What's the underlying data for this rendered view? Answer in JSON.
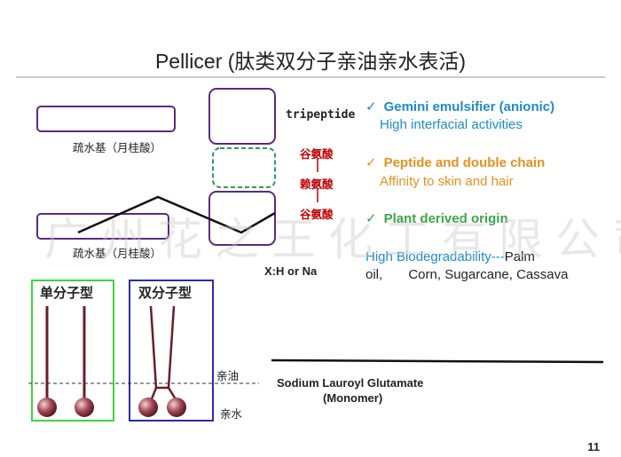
{
  "title": "Pellicer (肽类双分子亲油亲水表活)",
  "molecule": {
    "hydrophobe_label_1": "疏水基（月桂酸）",
    "hydrophobe_label_2": "疏水基（月桂酸）",
    "tripeptide": "tripeptide",
    "amino_acids": [
      "谷氨酸",
      "赖氨酸",
      "谷氨酸"
    ],
    "counter_ion": "X:H or Na"
  },
  "features": [
    {
      "title": "Gemini emulsifier (anionic)",
      "detail": "High interfacial activities",
      "color": "#1e8ac8"
    },
    {
      "title": "Peptide and double chain",
      "detail": "Affinity to skin and hair",
      "color": "#e6901e"
    },
    {
      "title": "Plant derived origin",
      "detail_a": "High Biodegradability---",
      "detail_b": "Palm",
      "detail_line2": "oil,       Corn, Sugarcane, Cassava",
      "color": "#3aa64a"
    }
  ],
  "check_mark": "✓",
  "comparison": {
    "single_label": "单分子型",
    "double_label": "双分子型",
    "oil_label": "亲油",
    "water_label": "亲水"
  },
  "monomer": {
    "name": "Sodium Lauroyl Glutamate",
    "type": "(Monomer)"
  },
  "watermark": "广州花之王化工有限公司",
  "page_number": "11"
}
